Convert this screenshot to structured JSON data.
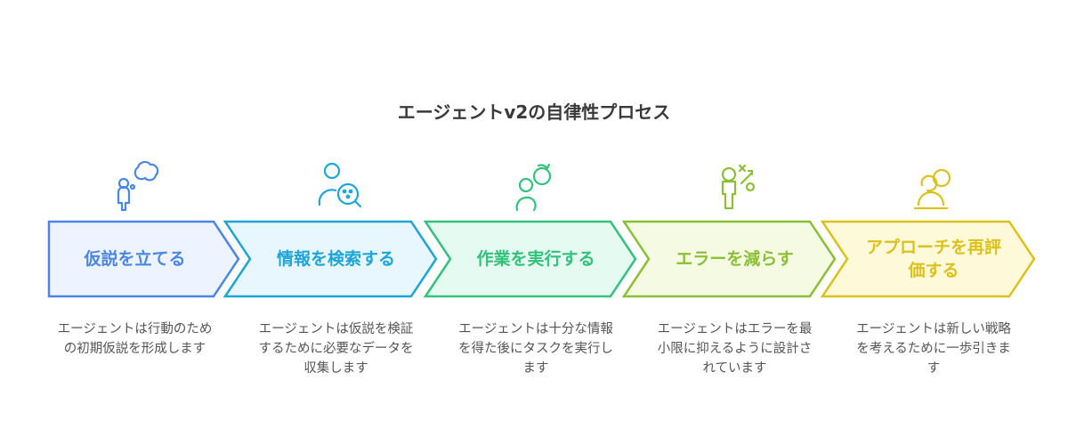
{
  "title": "エージェントv2の自律性プロセス",
  "steps": [
    {
      "label": "仮説を立てる",
      "description": "エージェントは行動のための初期仮説を形成します",
      "icon": "thinking-person-icon",
      "stroke": "#4a86e8",
      "fill": "#eef4ff"
    },
    {
      "label": "情報を検索する",
      "description": "エージェントは仮説を検証するために必要なデータを収集します",
      "icon": "person-search-icon",
      "stroke": "#1ea5d8",
      "fill": "#e8f7fd"
    },
    {
      "label": "作業を実行する",
      "description": "エージェントは十分な情報を得た後にタスクを実行します",
      "icon": "person-cycle-icon",
      "stroke": "#34c07d",
      "fill": "#e5fbf1"
    },
    {
      "label": "エラーを減らす",
      "description": "エージェントはエラーを最小限に抑えるように設計されています",
      "icon": "person-strategy-icon",
      "stroke": "#8bbf35",
      "fill": "#f4fbe2"
    },
    {
      "label": "アプローチを再評価する",
      "description": "エージェントは新しい戦略を考えるために一歩引きます",
      "icon": "person-rethink-icon",
      "stroke": "#dcc11c",
      "fill": "#fef9d8"
    }
  ]
}
